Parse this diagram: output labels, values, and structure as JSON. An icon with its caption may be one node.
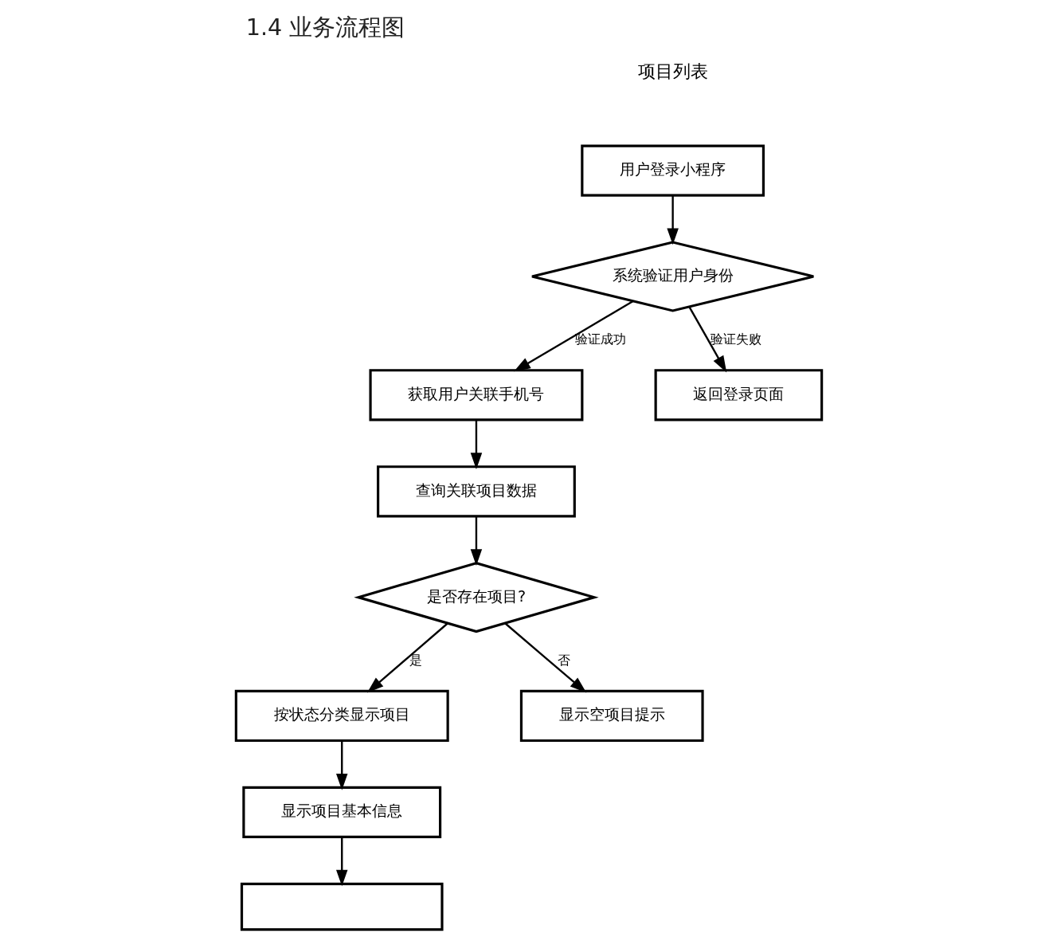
{
  "diagram": {
    "title": "1.4 业务流程图",
    "nodes": [
      {
        "text": [
          "用户登录小程序"
        ]
      },
      {
        "text": [
          "系统验证用户身份"
        ]
      },
      {
        "text": [
          "获取用户关联手机号"
        ]
      },
      {
        "text": [
          "返回登录页面"
        ]
      },
      {
        "text": [
          "查询关联项目数据"
        ]
      },
      {
        "text": [
          "是否存在项目?"
        ]
      },
      {
        "text": [
          "按状态分类显示项目"
        ]
      },
      {
        "text": [
          "显示空项目提示"
        ]
      },
      {
        "text": [
          "显示项目基本信息"
        ]
      },
      {
        "text": [],
        "shape": "box"
      }
    ],
    "edges": [
      {
        "from": 0,
        "to": 1,
        "arrow": "to"
      },
      {
        "from": 1,
        "to": 2,
        "arrow": "to",
        "label": "验证成功"
      },
      {
        "from": 1,
        "to": 3,
        "arrow": "to",
        "label": "验证失败"
      },
      {
        "from": 2,
        "to": 4,
        "arrow": "to"
      },
      {
        "from": 4,
        "to": 5,
        "arrow": "to"
      },
      {
        "from": 5,
        "to": 6,
        "arrow": "to",
        "label": "是"
      },
      {
        "from": 5,
        "to": 7,
        "arrow": "to",
        "label": "否"
      },
      {
        "from": 6,
        "to": 8,
        "arrow": "to"
      },
      {
        "from": 8,
        "to": 9,
        "arrow": "to"
      }
    ],
    "labels": [
      "项目列表"
    ]
  }
}
